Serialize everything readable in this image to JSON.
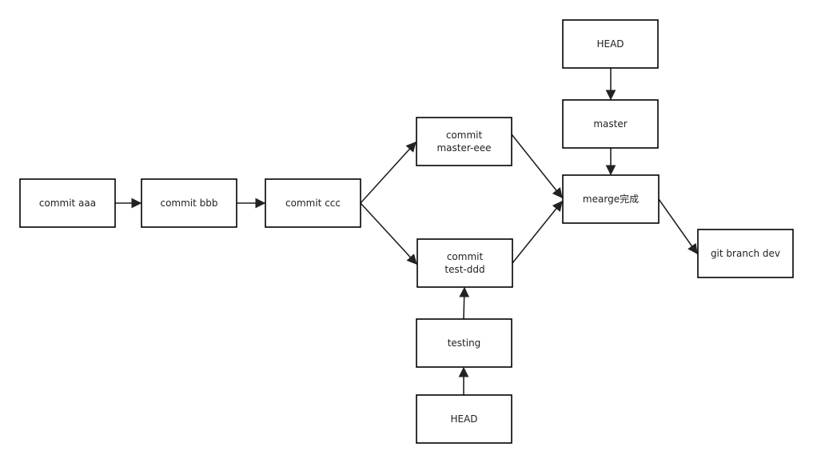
{
  "colors": {
    "background": "#ffffff",
    "box_stroke": "#000000",
    "edge": "#222222",
    "text": "#222222"
  },
  "nodes": [
    {
      "id": "commit-aaa",
      "lines": [
        "commit aaa"
      ]
    },
    {
      "id": "commit-bbb",
      "lines": [
        "commit bbb"
      ]
    },
    {
      "id": "commit-ccc",
      "lines": [
        "commit ccc"
      ]
    },
    {
      "id": "commit-master-eee",
      "lines": [
        "commit",
        "master-eee"
      ]
    },
    {
      "id": "commit-test-ddd",
      "lines": [
        "commit",
        "test-ddd"
      ]
    },
    {
      "id": "testing",
      "lines": [
        "testing"
      ]
    },
    {
      "id": "head-testing",
      "lines": [
        "HEAD"
      ]
    },
    {
      "id": "head-master",
      "lines": [
        "HEAD"
      ]
    },
    {
      "id": "master",
      "lines": [
        "master"
      ]
    },
    {
      "id": "merge-done",
      "lines": [
        "mearge完成"
      ]
    },
    {
      "id": "git-branch-dev",
      "lines": [
        "git branch dev"
      ]
    }
  ],
  "edges": [
    {
      "from": "commit-aaa",
      "to": "commit-bbb",
      "arrow": true
    },
    {
      "from": "commit-bbb",
      "to": "commit-ccc",
      "arrow": true
    },
    {
      "from": "commit-ccc",
      "to": "commit-master-eee",
      "arrow": true
    },
    {
      "from": "commit-ccc",
      "to": "commit-test-ddd",
      "arrow": true
    },
    {
      "from": "testing",
      "to": "commit-test-ddd",
      "arrow": true
    },
    {
      "from": "head-testing",
      "to": "testing",
      "arrow": true
    },
    {
      "from": "head-master",
      "to": "master",
      "arrow": true
    },
    {
      "from": "master",
      "to": "merge-done",
      "arrow": true
    },
    {
      "from": "commit-master-eee",
      "to": "merge-done",
      "arrow": true
    },
    {
      "from": "commit-test-ddd",
      "to": "merge-done",
      "arrow": true
    },
    {
      "from": "merge-done",
      "to": "git-branch-dev",
      "arrow": true
    }
  ]
}
